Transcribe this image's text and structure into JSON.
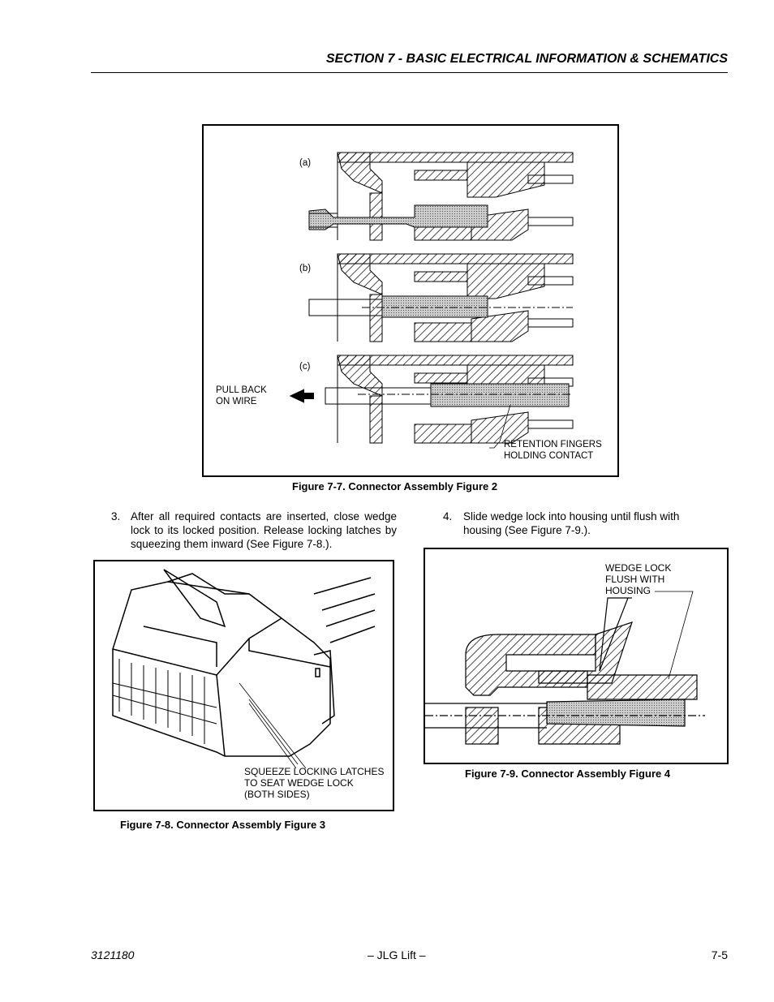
{
  "header": {
    "section_title": "SECTION 7 - BASIC ELECTRICAL INFORMATION & SCHEMATICS"
  },
  "figure_7_7": {
    "caption": "Figure 7-7.  Connector Assembly Figure 2",
    "labels": {
      "a": "(a)",
      "b": "(b)",
      "c": "(c)",
      "pull_back": "PULL BACK\nON WIRE",
      "retention": "RETENTION FINGERS\nHOLDING CONTACT"
    }
  },
  "step3": {
    "number": "3.",
    "text": "After all required contacts are inserted, close wedge lock to its locked position. Release locking latches by squeezing them inward (See Figure 7-8.)."
  },
  "step4": {
    "number": "4.",
    "text": "Slide wedge lock into housing until flush with housing (See Figure 7-9.)."
  },
  "figure_7_8": {
    "caption": "Figure 7-8.  Connector Assembly Figure 3",
    "label": "SQUEEZE LOCKING LATCHES\nTO SEAT WEDGE LOCK\n(BOTH SIDES)"
  },
  "figure_7_9": {
    "caption": "Figure 7-9.  Connector Assembly Figure 4",
    "label": "WEDGE LOCK\nFLUSH WITH\nHOUSING"
  },
  "footer": {
    "doc_number": "3121180",
    "center": "– JLG Lift –",
    "page": "7-5"
  }
}
